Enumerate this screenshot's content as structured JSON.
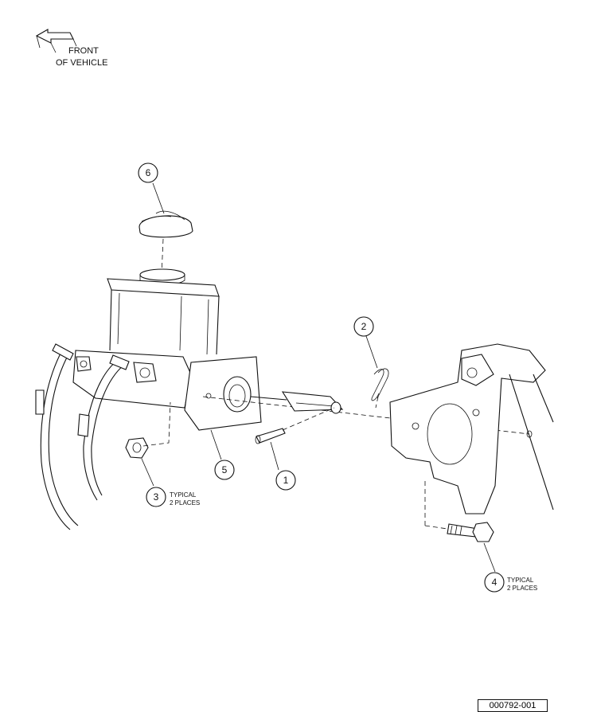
{
  "orientation": {
    "line1": "FRONT",
    "line2": "OF VEHICLE"
  },
  "callouts": [
    {
      "number": "1",
      "note": ""
    },
    {
      "number": "2",
      "note": ""
    },
    {
      "number": "3",
      "note_line1": "TYPICAL",
      "note_line2": "2 PLACES"
    },
    {
      "number": "4",
      "note_line1": "TYPICAL",
      "note_line2": "2 PLACES"
    },
    {
      "number": "5",
      "note": ""
    },
    {
      "number": "6",
      "note": ""
    }
  ],
  "figure_id": "000792-001"
}
